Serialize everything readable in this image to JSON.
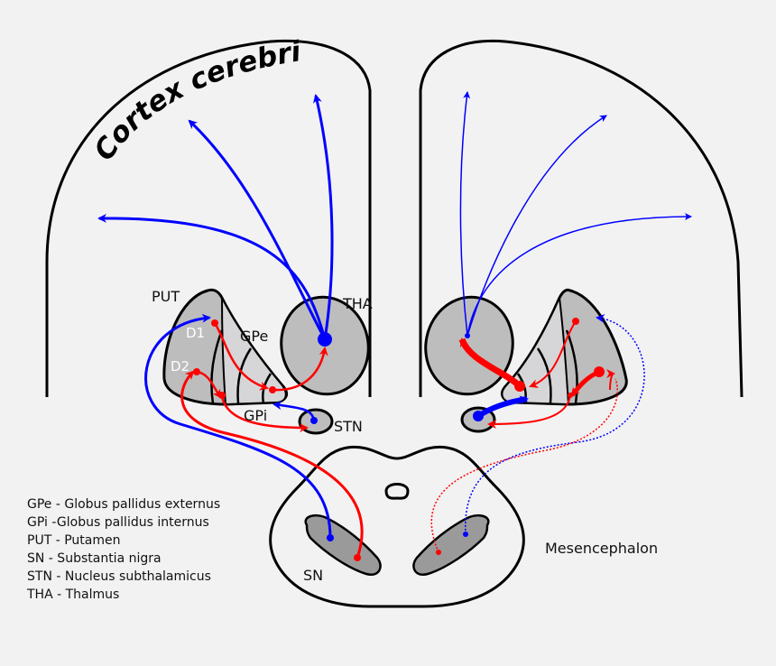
{
  "title": "Cortex cerebri",
  "labels": {
    "put": "PUT",
    "tha": "THA",
    "gpe": "GPe",
    "gpi": "GPi",
    "stn": "STN",
    "d1": "D1",
    "d2": "D2",
    "sn": "SN",
    "mesencephalon": "Mesencephalon"
  },
  "legend": [
    "GPe - Globus pallidus externus",
    "GPi -Globus pallidus internus",
    "PUT - Putamen",
    "SN - Substantia nigra",
    "STN - Nucleus subthalamicus",
    "THA - Thalmus"
  ],
  "colors": {
    "background": "#f2f2f2",
    "region_fill": "#bdbdbd",
    "inner_fill": "#d6d6d8",
    "outline": "#000000",
    "excitatory": "#0000ff",
    "inhibitory": "#ff0000"
  }
}
